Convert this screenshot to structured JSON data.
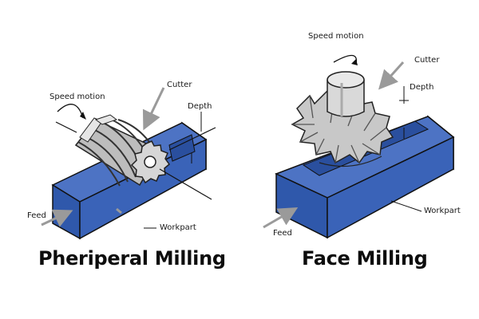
{
  "panels": [
    {
      "title": "Pheriperal Milling",
      "labels": {
        "speed_motion": "Speed motion",
        "cutter": "Cutter",
        "depth": "Depth",
        "feed": "Feed",
        "workpart": "Workpart"
      }
    },
    {
      "title": "Face Milling",
      "labels": {
        "speed_motion": "Speed motion",
        "cutter": "Cutter",
        "depth": "Depth",
        "feed": "Feed",
        "workpart": "Workpart"
      }
    }
  ],
  "colors": {
    "workpart_top": "#4d73c4",
    "workpart_front": "#3a63b8",
    "workpart_side": "#2a4f9e",
    "cutter": "#c8c8c8",
    "arrow": "#9a9a9a",
    "line": "#222222"
  }
}
